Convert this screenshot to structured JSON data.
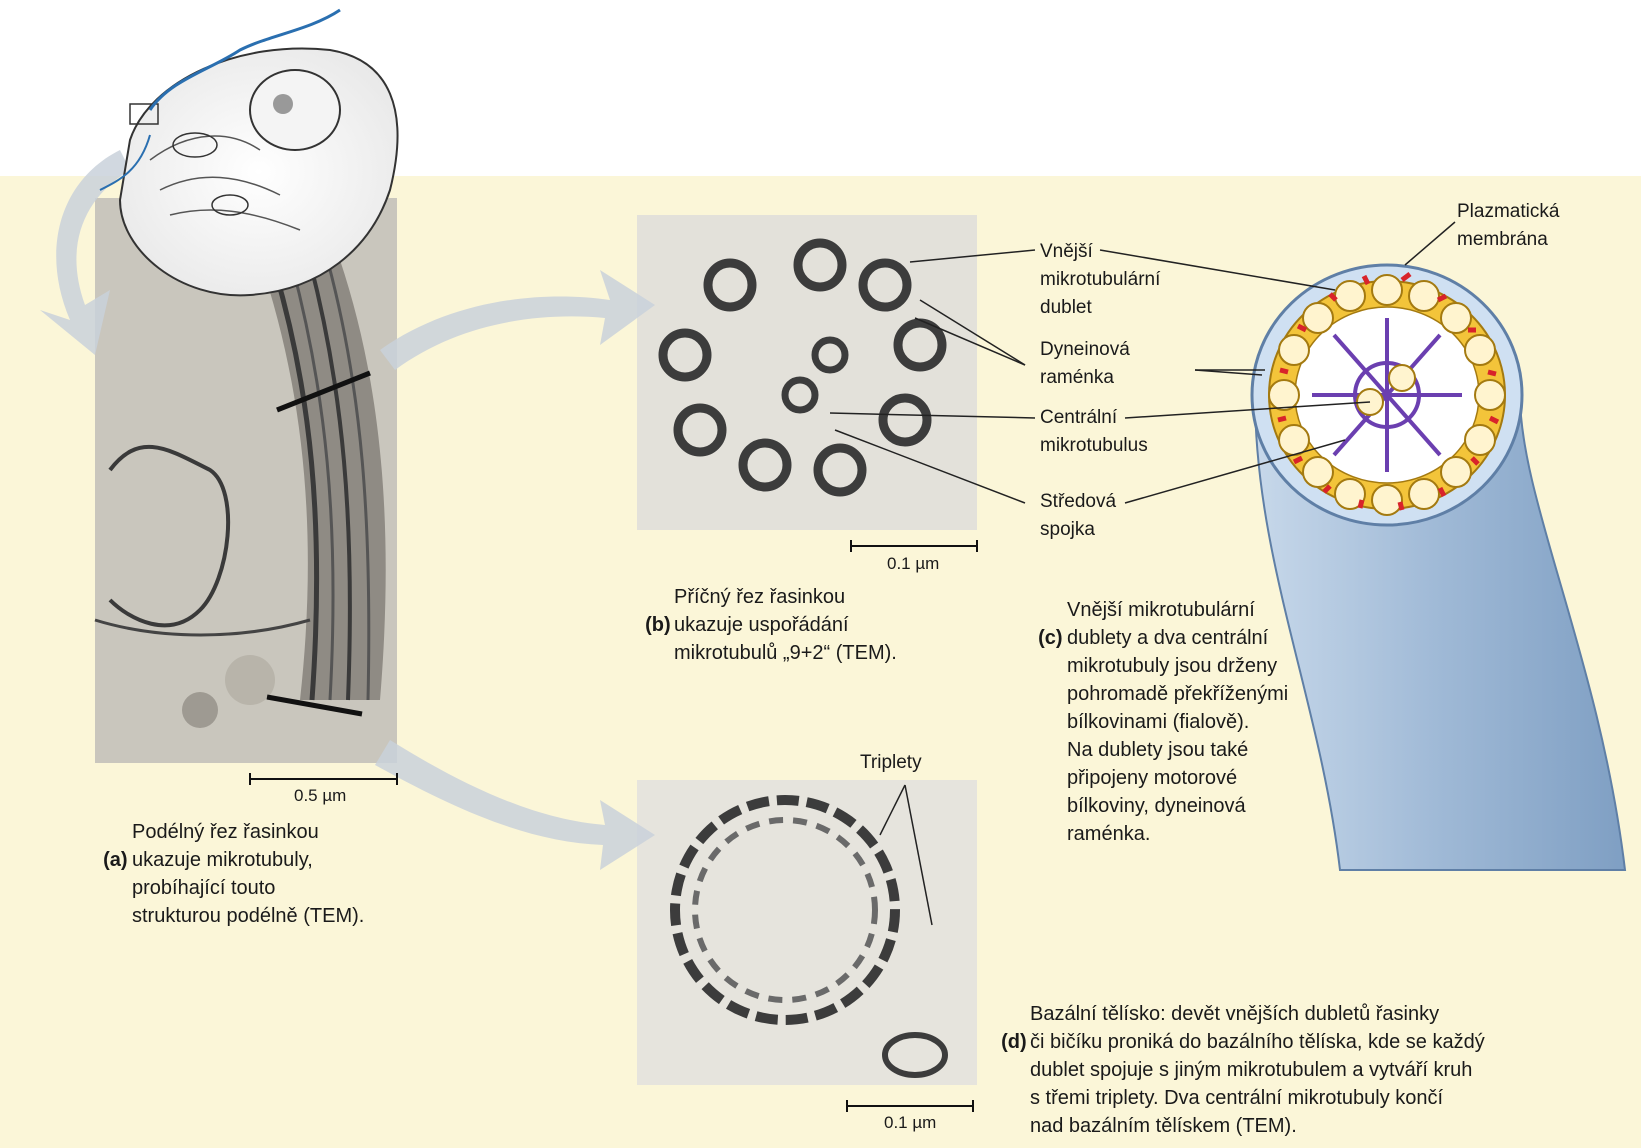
{
  "labels": {
    "plasma_membrane": "Plazmatická\nmembrána",
    "outer_doublet": "Vnější\nmikrotubulární\ndublet",
    "dynein_arms": "Dyneinová\nraménka",
    "central_microtubule": "Centrální\nmikrotubulus",
    "central_bridge": "Středová\nspojka",
    "triplets": "Triplety"
  },
  "scales": {
    "a": "0.5 µm",
    "b": "0.1 µm",
    "d": "0.1 µm"
  },
  "captions": {
    "a": {
      "letter": "(a)",
      "text": "Podélný řez řasinkou\nukazuje mikrotubuly,\nprobíhající touto\nstrukturou podélně (TEM)."
    },
    "b": {
      "letter": "(b)",
      "text": "Příčný řez řasinkou\nukazuje uspořádání\nmikrotubulů „9+2“ (TEM)."
    },
    "c": {
      "letter": "(c)",
      "text": "Vnější mikrotubulární\ndublety a dva centrální\nmikrotubuly jsou drženy\npohromadě překříženými\nbílkovinami (fialově).\nNa dublety jsou také\npřipojeny motorové\nbílkoviny, dyneinová\nraménka."
    },
    "d": {
      "letter": "(d)",
      "text": "Bazální tělísko: devět vnějších dubletů řasinky\nči bičíku proniká do bazálního tělíska, kde se každý\ndublet spojuje s jiným mikrotubulem a vytváří kruh\ns třemi triplety. Dva centrální mikrotubuly končí\nnad bazálním tělískem (TEM)."
    }
  },
  "colors": {
    "panel_bg": "#fbf6d8",
    "membrane": "#9fb9d6",
    "doublet": "#f3c43a",
    "dynein": "#d8232a",
    "crosslink": "#6b3fb0"
  }
}
